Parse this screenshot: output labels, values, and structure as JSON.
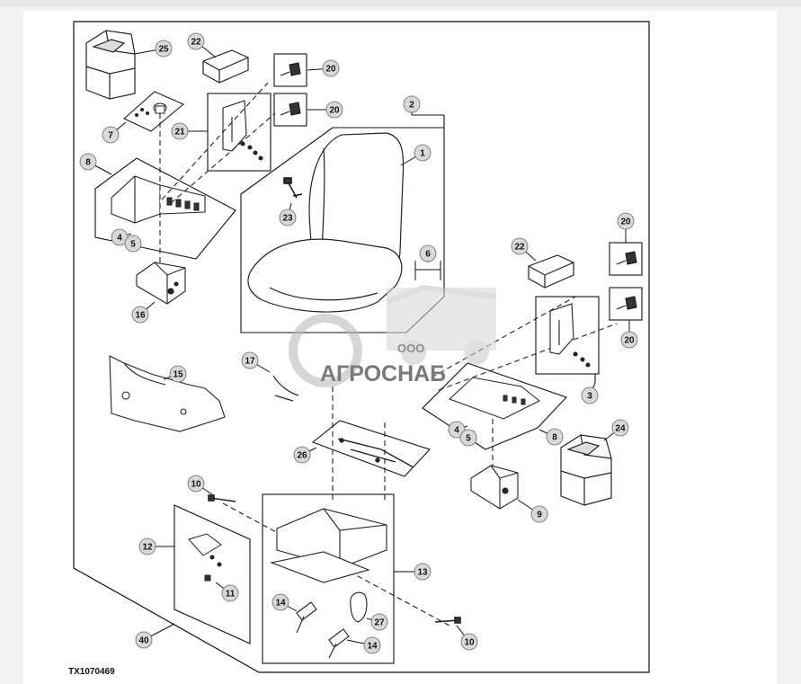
{
  "figure_ref": "TX1070469",
  "watermark": {
    "small": "ООО",
    "big": "АГРОСНАБ"
  },
  "callouts": [
    {
      "id": "c25",
      "label": "25"
    },
    {
      "id": "c22a",
      "label": "22"
    },
    {
      "id": "c20a",
      "label": "20"
    },
    {
      "id": "c20b",
      "label": "20"
    },
    {
      "id": "c2",
      "label": "2"
    },
    {
      "id": "c7",
      "label": "7"
    },
    {
      "id": "c21",
      "label": "21"
    },
    {
      "id": "c1",
      "label": "1"
    },
    {
      "id": "c8a",
      "label": "8"
    },
    {
      "id": "c23",
      "label": "23"
    },
    {
      "id": "c6",
      "label": "6"
    },
    {
      "id": "c4a",
      "label": "4"
    },
    {
      "id": "c5a",
      "label": "5"
    },
    {
      "id": "c16",
      "label": "16"
    },
    {
      "id": "c20c",
      "label": "20"
    },
    {
      "id": "c22b",
      "label": "22"
    },
    {
      "id": "c20d",
      "label": "20"
    },
    {
      "id": "c15",
      "label": "15"
    },
    {
      "id": "c17",
      "label": "17"
    },
    {
      "id": "c3",
      "label": "3"
    },
    {
      "id": "c4b",
      "label": "4"
    },
    {
      "id": "c5b",
      "label": "5"
    },
    {
      "id": "c8b",
      "label": "8"
    },
    {
      "id": "c24",
      "label": "24"
    },
    {
      "id": "c26",
      "label": "26"
    },
    {
      "id": "c9",
      "label": "9"
    },
    {
      "id": "c10a",
      "label": "10"
    },
    {
      "id": "c12",
      "label": "12"
    },
    {
      "id": "c13",
      "label": "13"
    },
    {
      "id": "c11",
      "label": "11"
    },
    {
      "id": "c14a",
      "label": "14"
    },
    {
      "id": "c27",
      "label": "27"
    },
    {
      "id": "c14b",
      "label": "14"
    },
    {
      "id": "c10b",
      "label": "10"
    },
    {
      "id": "c40",
      "label": "40"
    }
  ]
}
